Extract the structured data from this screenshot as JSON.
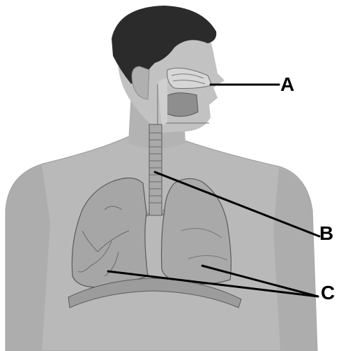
{
  "labels": {
    "a": "A",
    "b": "B",
    "c": "C"
  },
  "colors": {
    "background": "#ffffff",
    "skin": "#b9b9b9",
    "skin_shadow": "#a7a7a7",
    "hair": "#2b2b2b",
    "organ_fill": "#a3a3a3",
    "organ_outline": "#5a5a5a",
    "leader_line": "#000000"
  }
}
